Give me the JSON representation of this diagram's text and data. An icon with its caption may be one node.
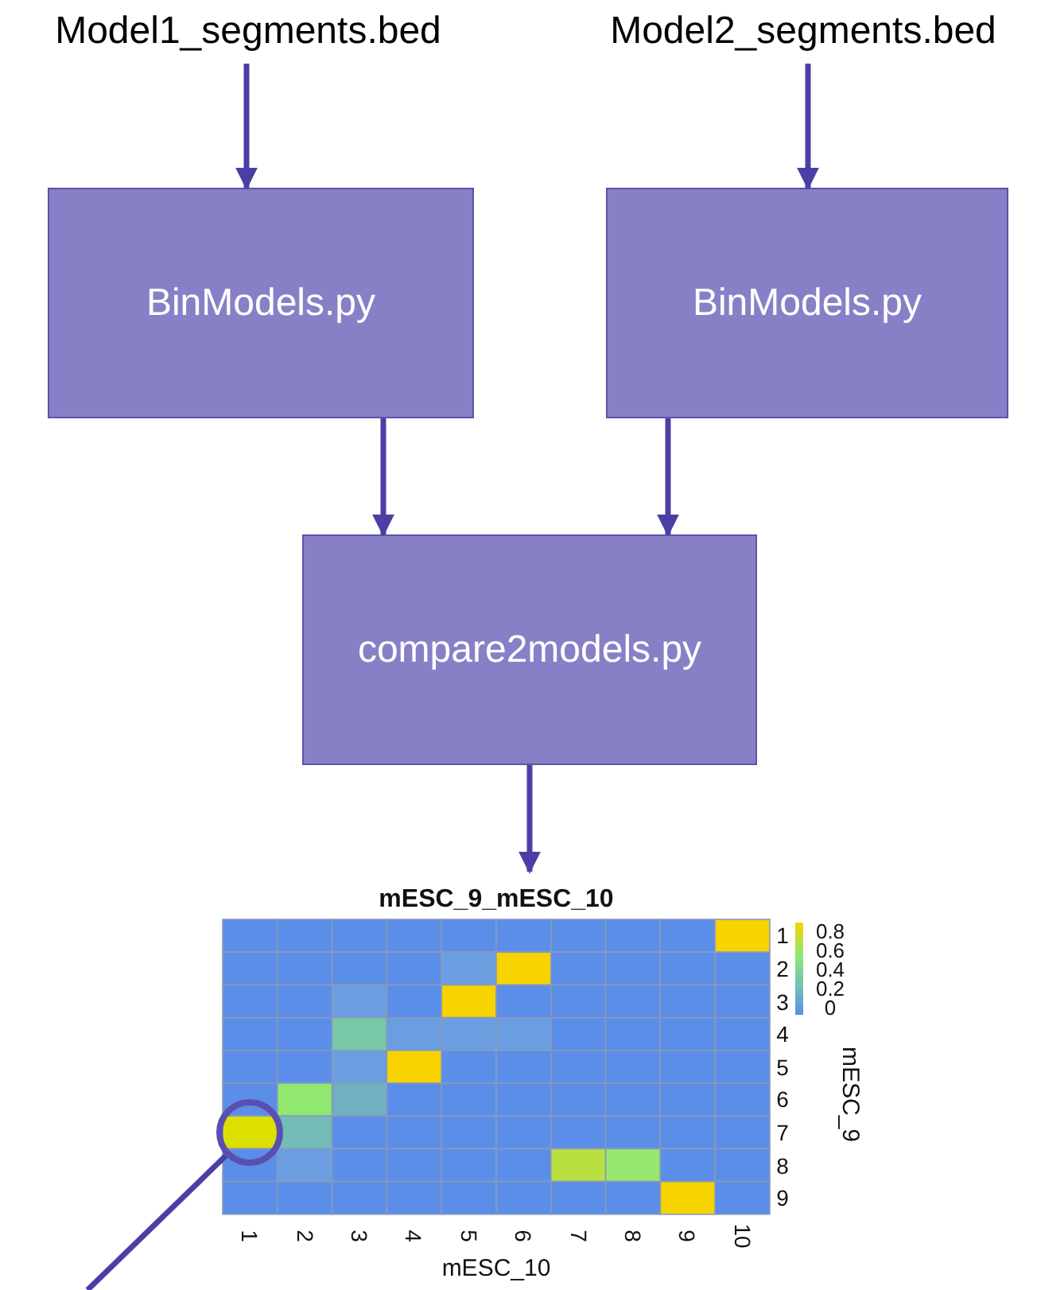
{
  "diagram": {
    "nodes": [
      {
        "text": [
          "Model1_segments.bed"
        ]
      },
      {
        "text": [
          "Model2_segments.bed"
        ]
      },
      {
        "text": [
          "BinModels.py"
        ]
      },
      {
        "text": [
          "BinModels.py"
        ]
      },
      {
        "text": [
          "compare2models.py"
        ]
      },
      {
        "text": [],
        "shape": "picture"
      },
      {
        "text": [],
        "shape": "circle",
        "in": 5
      }
    ],
    "edges": [
      {
        "from": 0,
        "to": 2,
        "arrow": "to"
      },
      {
        "from": 1,
        "to": 3,
        "arrow": "to"
      },
      {
        "from": 2,
        "to": 4,
        "arrow": "to"
      },
      {
        "from": 3,
        "to": 4,
        "arrow": "to"
      },
      {
        "from": 4,
        "to": 5,
        "arrow": "to"
      },
      {
        "from": 6,
        "to": null,
        "arrow": "none"
      }
    ],
    "labels": [
      "mESC_9_mESC_10",
      "0.8",
      "0.6",
      "0.4",
      "0.2",
      "0",
      "1",
      "2",
      "3",
      "4",
      "5",
      "6",
      "7",
      "8",
      "9",
      "mESC_9",
      "1",
      "2",
      "3",
      "4",
      "5",
      "6",
      "7",
      "8",
      "9",
      "10",
      "mESC_10"
    ]
  }
}
